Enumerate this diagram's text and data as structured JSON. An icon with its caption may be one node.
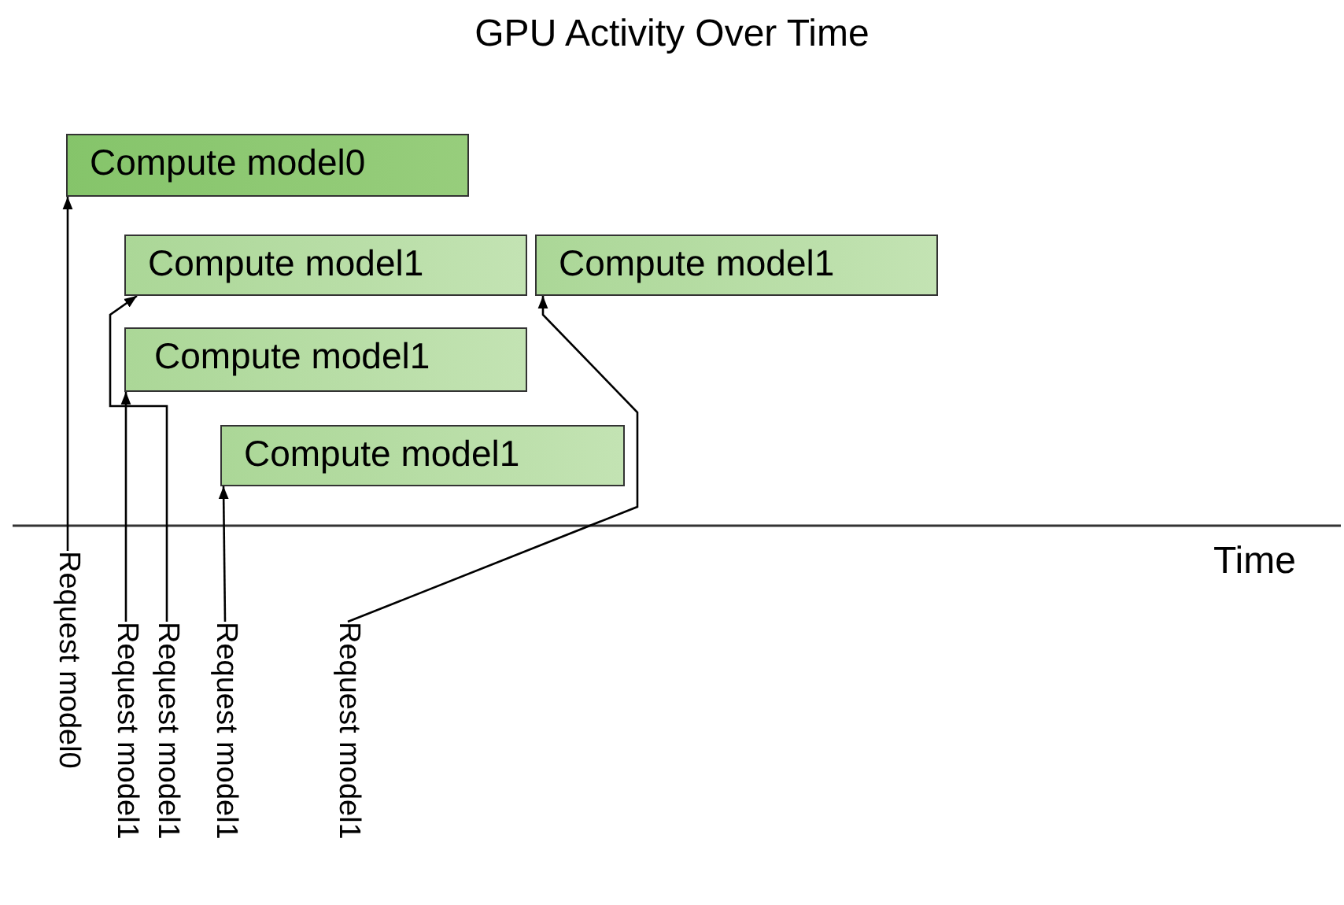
{
  "diagram": {
    "title": "GPU Activity Over Time",
    "nodes": [
      {
        "text": [
          "Compute model0"
        ]
      },
      {
        "text": [
          "Compute model1"
        ]
      },
      {
        "text": [
          "Compute model1"
        ]
      },
      {
        "text": [
          "Compute model1"
        ]
      },
      {
        "text": [
          "Compute model1"
        ]
      },
      {
        "text": [
          "Request model0"
        ]
      },
      {
        "text": [
          "Request model1"
        ]
      },
      {
        "text": [
          "Request model1"
        ]
      },
      {
        "text": [
          "Request model1"
        ]
      },
      {
        "text": [
          "Request model1"
        ]
      }
    ],
    "edges": [
      {
        "from": 5,
        "to": 0,
        "arrow": "to"
      },
      {
        "from": 6,
        "to": 3,
        "arrow": "to"
      },
      {
        "from": 7,
        "to": 1,
        "arrow": "to"
      },
      {
        "from": 8,
        "to": 4,
        "arrow": "to"
      },
      {
        "from": 9,
        "to": 2,
        "arrow": "to"
      }
    ],
    "labels": [
      "Time"
    ]
  }
}
